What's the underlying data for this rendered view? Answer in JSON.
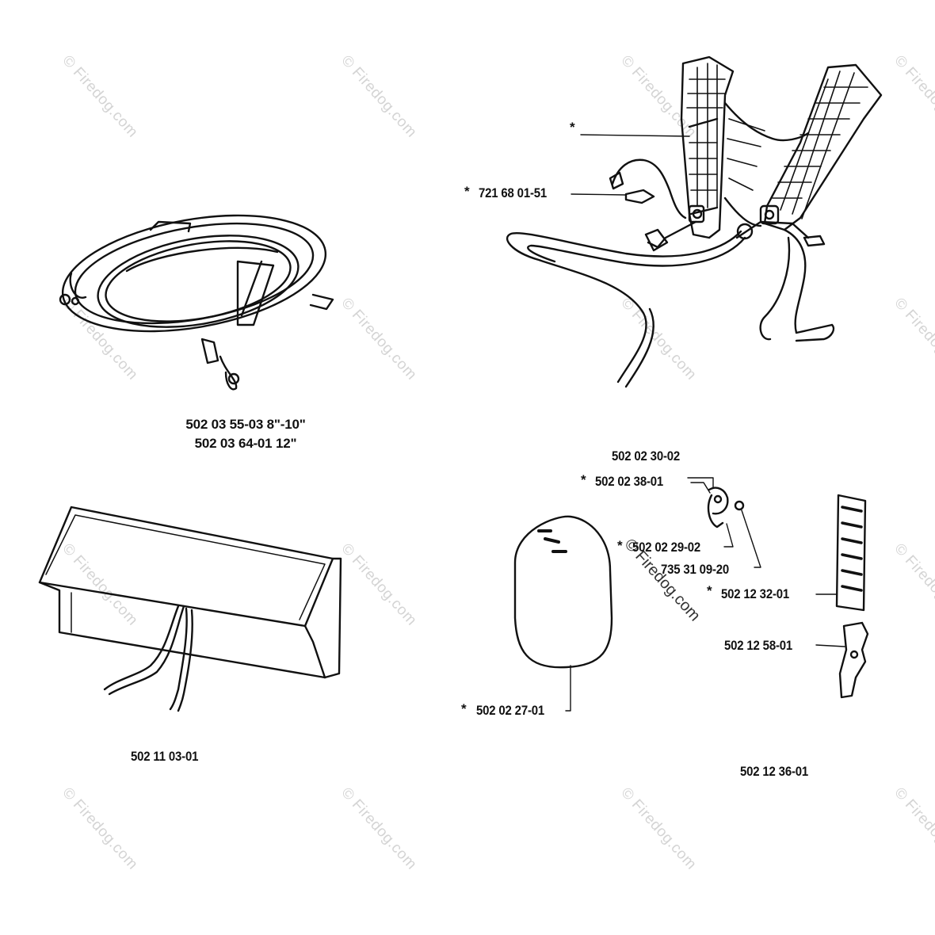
{
  "watermark": "© Firedog.com",
  "parts": {
    "ring_line1": "502 03 55-03 8\"-10\"",
    "ring_line2": "502 03 64-01 12\"",
    "harness_asterisk": "*",
    "harness_clip": "721 68 01-51",
    "bag": "502 11 03-01",
    "snap_hook": "502 02 30-02",
    "hook_part": "502 02 38-01",
    "hook_screw": "502 02 29-02",
    "hook_nut": "735 31 09-20",
    "pad": "502 12 32-01",
    "buckle": "502 12 58-01",
    "hip_pad": "502 02 27-01",
    "kit": "502 12 36-01"
  },
  "star_symbol": "*"
}
